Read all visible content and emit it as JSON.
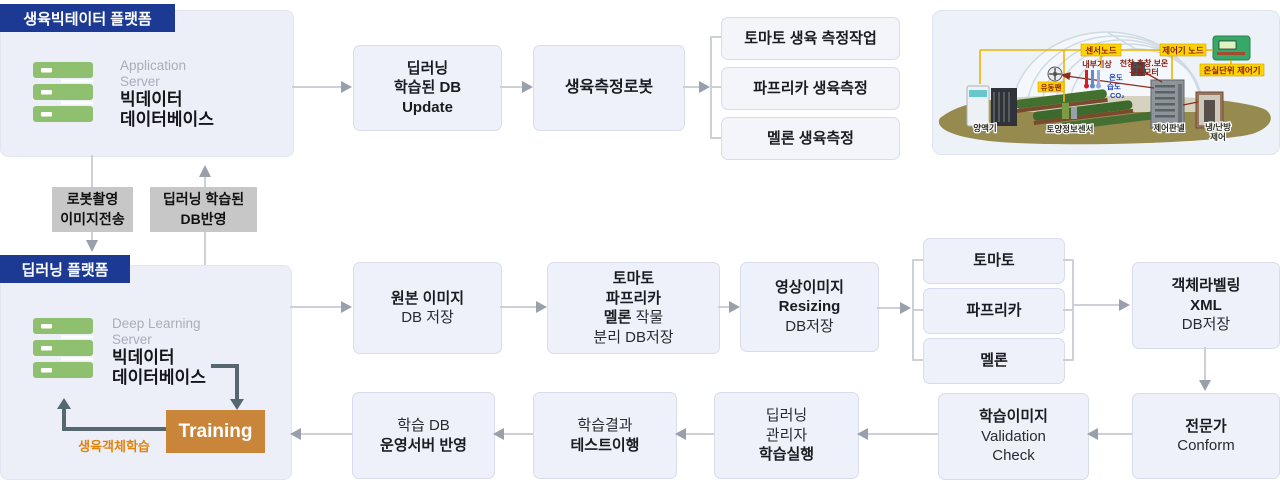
{
  "colors": {
    "badge_navy": "#1c3a94",
    "box_fill": "#eef1f9",
    "box_border": "#d8dcec",
    "wire_gray": "#cdd0d7",
    "arrow_gray": "#9aa0ab",
    "dark_wire": "#56686f",
    "training_orange": "#c9863b",
    "caption_orange": "#e5820a",
    "server_green": "#8fc06f",
    "label_gray": "#c7c7c7"
  },
  "platform_top": {
    "badge": "생육빅테이터 플랫폼",
    "server_type_l1": "Application",
    "server_type_l2": "Server",
    "server_name_l1": "빅데이터",
    "server_name_l2": "데이터베이스"
  },
  "platform_bottom": {
    "badge": "딥러닝 플랫폼",
    "server_type_l1": "Deep Learning",
    "server_type_l2": "Server",
    "server_name_l1": "빅데이터",
    "server_name_l2": "데이터베이스",
    "training": "Training",
    "training_caption": "생육객체학습"
  },
  "transfer": {
    "down_l1": "로봇촬영",
    "down_l2": "이미지전송",
    "up_l1": "딥러닝 학습된",
    "up_l2": "DB반영"
  },
  "top_flow": {
    "db_update": {
      "l1": "딥러닝",
      "l2": "학습된 DB",
      "l3": "Update"
    },
    "robot": "생육측정로봇",
    "tasks": [
      "토마토 생육 측정작업",
      "파프리카 생육측정",
      "멜론 생육측정"
    ]
  },
  "mid_flow": {
    "origin": {
      "b1": "원본 이미지",
      "r1": "DB 저장"
    },
    "separate": {
      "b1": "토마토",
      "b2": "파프리카",
      "b3": "멜론",
      "r3": " 작물",
      "r4": "분리 DB저장"
    },
    "resizing": {
      "b1": "영상이미지",
      "b2": "Resizing",
      "r1": "DB저장"
    },
    "crops": [
      "토마토",
      "파프리카",
      "멜론"
    ],
    "labeling": {
      "b1": "객체라벨링",
      "b2": "XML",
      "r1": "DB저장"
    }
  },
  "bottom_flow": {
    "expert": {
      "b1": "전문가",
      "r1": "Conform"
    },
    "validation": {
      "b1": "학습이미지",
      "r1": "Validation",
      "r2": "Check"
    },
    "manager": {
      "r1": "딥러닝",
      "r2": "관리자",
      "b1": "학습실행"
    },
    "test": {
      "r1": "학습결과",
      "b1": "테스트이행"
    },
    "deploy": {
      "r1": "학습 DB",
      "b1": "운영서버 반영"
    }
  },
  "greenhouse": {
    "sensor_node": "센서노드",
    "controller_node": "제어기 노드",
    "unit_controller": "온실단위 제어기",
    "indoor": "내부기상",
    "motor_l1": "천창.측창.보온",
    "motor_l2": "구동모터",
    "fan": "유동팬",
    "temp": "온도",
    "humid": "습도",
    "co2": "CO₂",
    "nutrient": "양액기",
    "soil": "토양정보센서",
    "panel": "제어판넬",
    "hvac_l1": "냉/난방",
    "hvac_l2": "제어"
  }
}
